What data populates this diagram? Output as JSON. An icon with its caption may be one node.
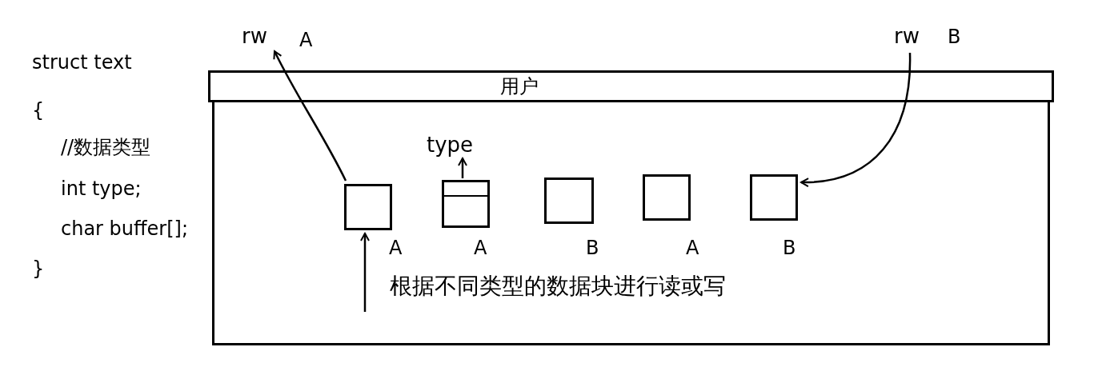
{
  "diagram": {
    "nodes": [
      {
        "text": [
          "用户"
        ]
      },
      {
        "text": [],
        "shape": "box",
        "in": 0,
        "beside": [
          "A"
        ]
      },
      {
        "text": [],
        "shape": "box",
        "in": 0,
        "beside": [
          "A"
        ]
      },
      {
        "text": [],
        "shape": "box",
        "in": 0,
        "beside": [
          "B"
        ]
      },
      {
        "text": [],
        "shape": "box",
        "in": 0,
        "beside": [
          "A"
        ]
      },
      {
        "text": [],
        "shape": "box",
        "in": 0,
        "beside": [
          "B"
        ]
      },
      {
        "text": [
          "rw"
        ],
        "beside": [
          "A"
        ]
      },
      {
        "text": [
          "rw"
        ],
        "beside": [
          "B"
        ]
      },
      {
        "text": [
          "type"
        ],
        "in": 0
      }
    ],
    "edges": [
      {
        "from": 1,
        "to": 6,
        "arrow": "to"
      },
      {
        "from": 7,
        "to": 5,
        "arrow": "to"
      },
      {
        "from": 2,
        "to": 8,
        "arrow": "to"
      },
      {
        "from": null,
        "to": 1,
        "arrow": "to"
      }
    ],
    "labels": [
      "struct text",
      "{",
      "//数据类型",
      "int type;",
      "char buffer[];",
      "}",
      "根据不同类型的数据块进行读或写"
    ]
  }
}
